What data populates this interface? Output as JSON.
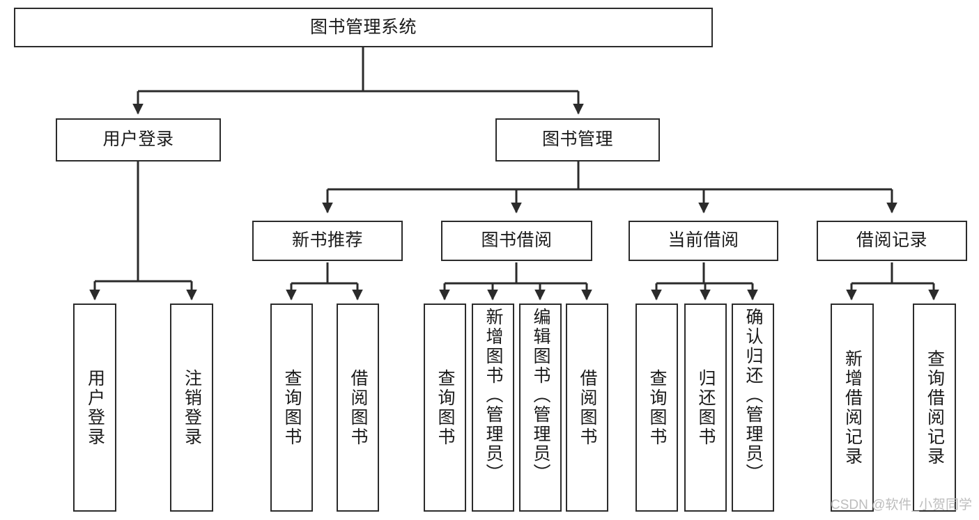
{
  "diagram": {
    "title": "图书管理系统",
    "type": "tree-hierarchy-chart",
    "root": {
      "id": "root",
      "label": "图书管理系统"
    },
    "level2": [
      {
        "id": "user-login",
        "label": "用户登录"
      },
      {
        "id": "book-manage",
        "label": "图书管理"
      }
    ],
    "level3": [
      {
        "id": "new-book-recommend",
        "label": "新书推荐"
      },
      {
        "id": "book-borrow",
        "label": "图书借阅"
      },
      {
        "id": "current-borrow",
        "label": "当前借阅"
      },
      {
        "id": "borrow-record",
        "label": "借阅记录"
      }
    ],
    "leaves": [
      {
        "id": "leaf-user-login",
        "label": "用户登录",
        "parent": "user-login"
      },
      {
        "id": "leaf-user-logout",
        "label": "注销登录",
        "parent": "user-login"
      },
      {
        "id": "leaf-query-book-1",
        "label": "查询图书",
        "parent": "new-book-recommend"
      },
      {
        "id": "leaf-borrow-book-1",
        "label": "借阅图书",
        "parent": "new-book-recommend"
      },
      {
        "id": "leaf-query-book-2",
        "label": "查询图书",
        "parent": "book-borrow"
      },
      {
        "id": "leaf-add-book",
        "label": "新增图书（管理员）",
        "parent": "book-borrow"
      },
      {
        "id": "leaf-edit-book",
        "label": "编辑图书（管理员）",
        "parent": "book-borrow"
      },
      {
        "id": "leaf-borrow-book-2",
        "label": "借阅图书",
        "parent": "book-borrow"
      },
      {
        "id": "leaf-query-book-3",
        "label": "查询图书",
        "parent": "current-borrow"
      },
      {
        "id": "leaf-return-book",
        "label": "归还图书",
        "parent": "current-borrow"
      },
      {
        "id": "leaf-confirm-return",
        "label": "确认归还（管理员）",
        "parent": "current-borrow"
      },
      {
        "id": "leaf-add-record",
        "label": "新增借阅记录",
        "parent": "borrow-record"
      },
      {
        "id": "leaf-query-record",
        "label": "查询借阅记录",
        "parent": "borrow-record"
      }
    ],
    "colors": {
      "stroke": "#2b2b2b",
      "fill": "#ffffff",
      "text": "#1a1a1a",
      "watermark": "#bdbdbd"
    }
  },
  "watermark": {
    "text": "CSDN @软件_小贺同学"
  }
}
